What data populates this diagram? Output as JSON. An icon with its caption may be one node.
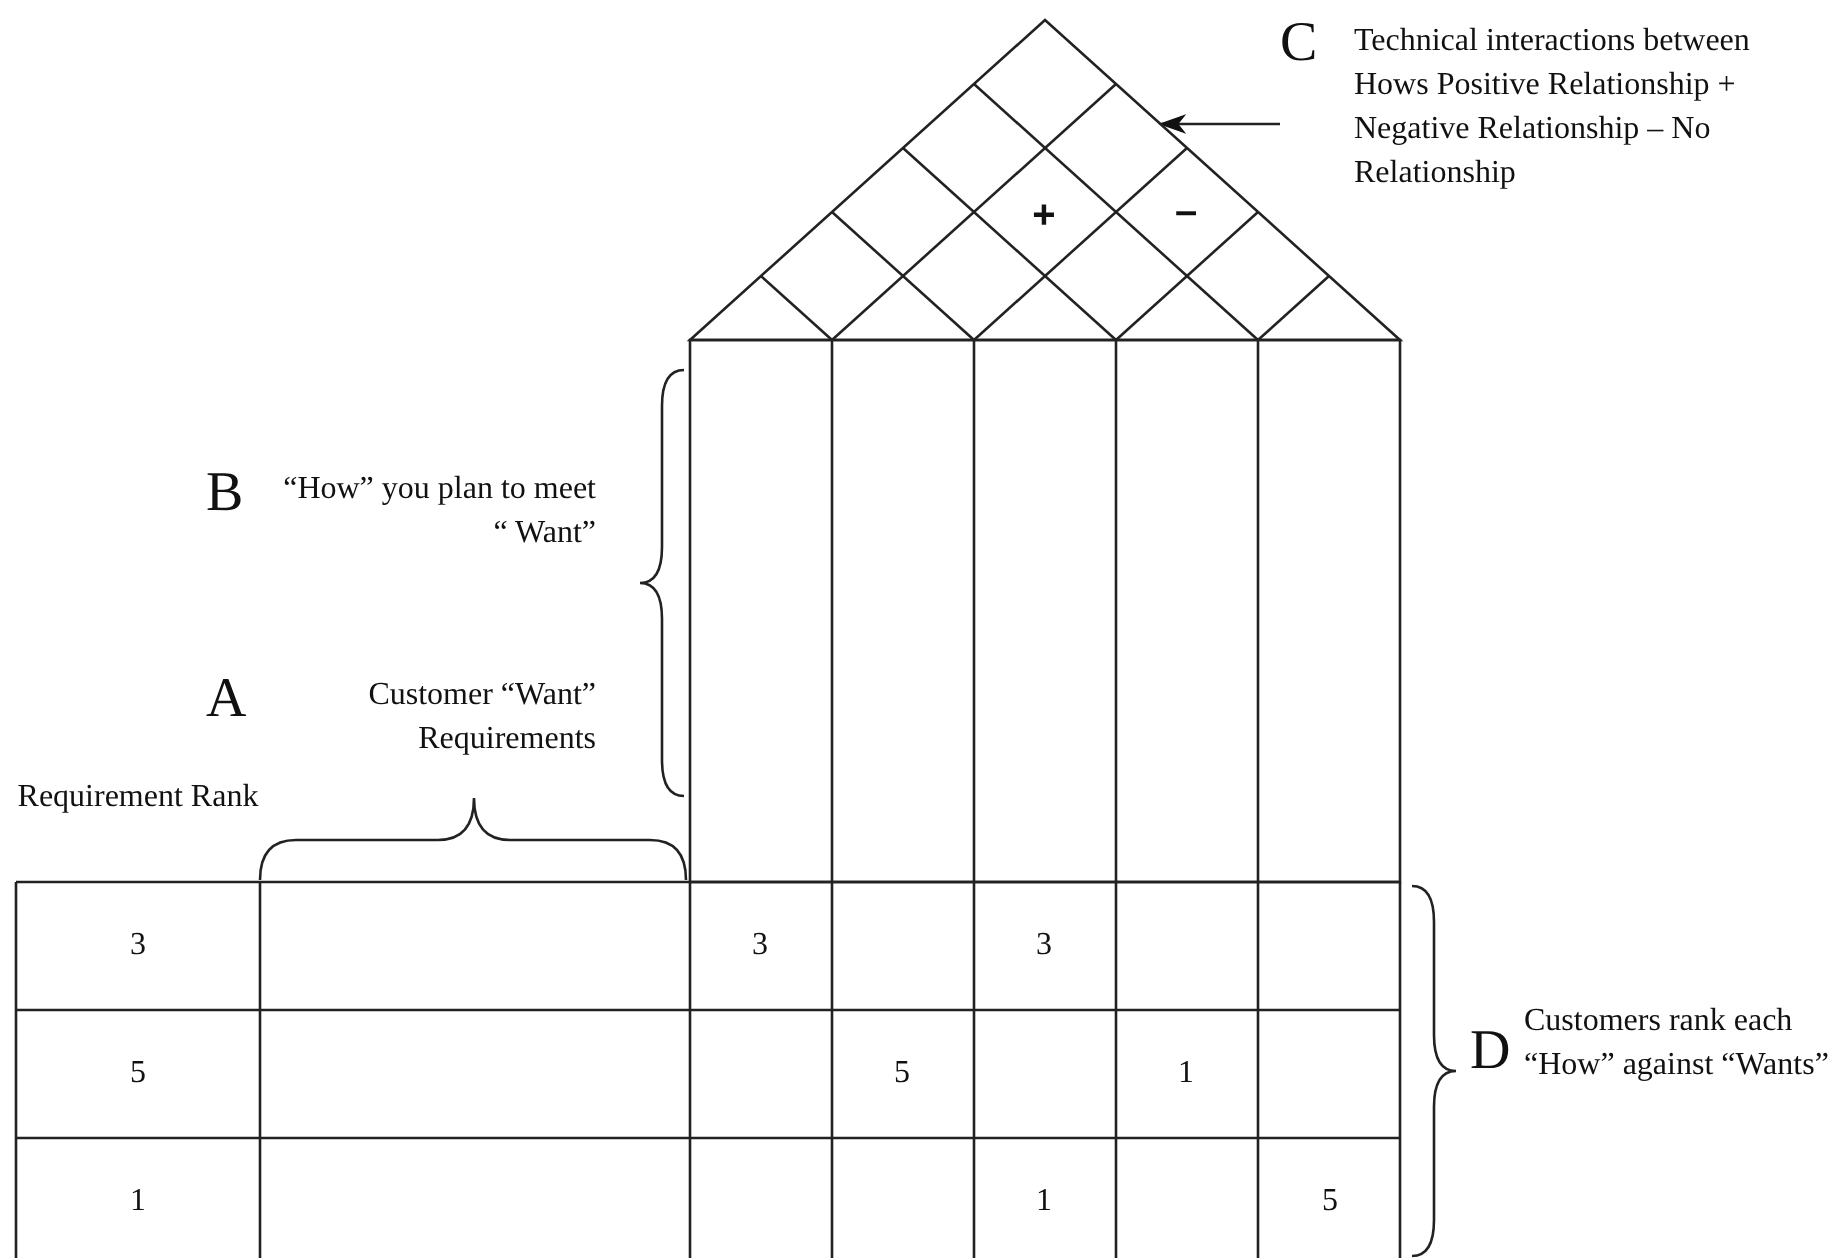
{
  "diagram": {
    "nodes": [
      {
        "text": [
          "C",
          "Technical interactions between Hows Positive Relationship + Negative Relationship – No Relationship"
        ]
      },
      {
        "text": [],
        "shape": "triangle"
      }
    ],
    "edges": [
      {
        "from": 0,
        "to": 1,
        "arrow": "to"
      }
    ],
    "labels": [
      "+",
      "–",
      "B",
      "“How” you plan to meet “ Want”",
      "A",
      "Customer “Want” Requirements",
      "Requirement Rank",
      "3",
      "3",
      "3",
      "D",
      "Customers rank each “How” against “Wants”",
      "5",
      "5",
      "1",
      "1",
      "1",
      "5"
    ]
  }
}
